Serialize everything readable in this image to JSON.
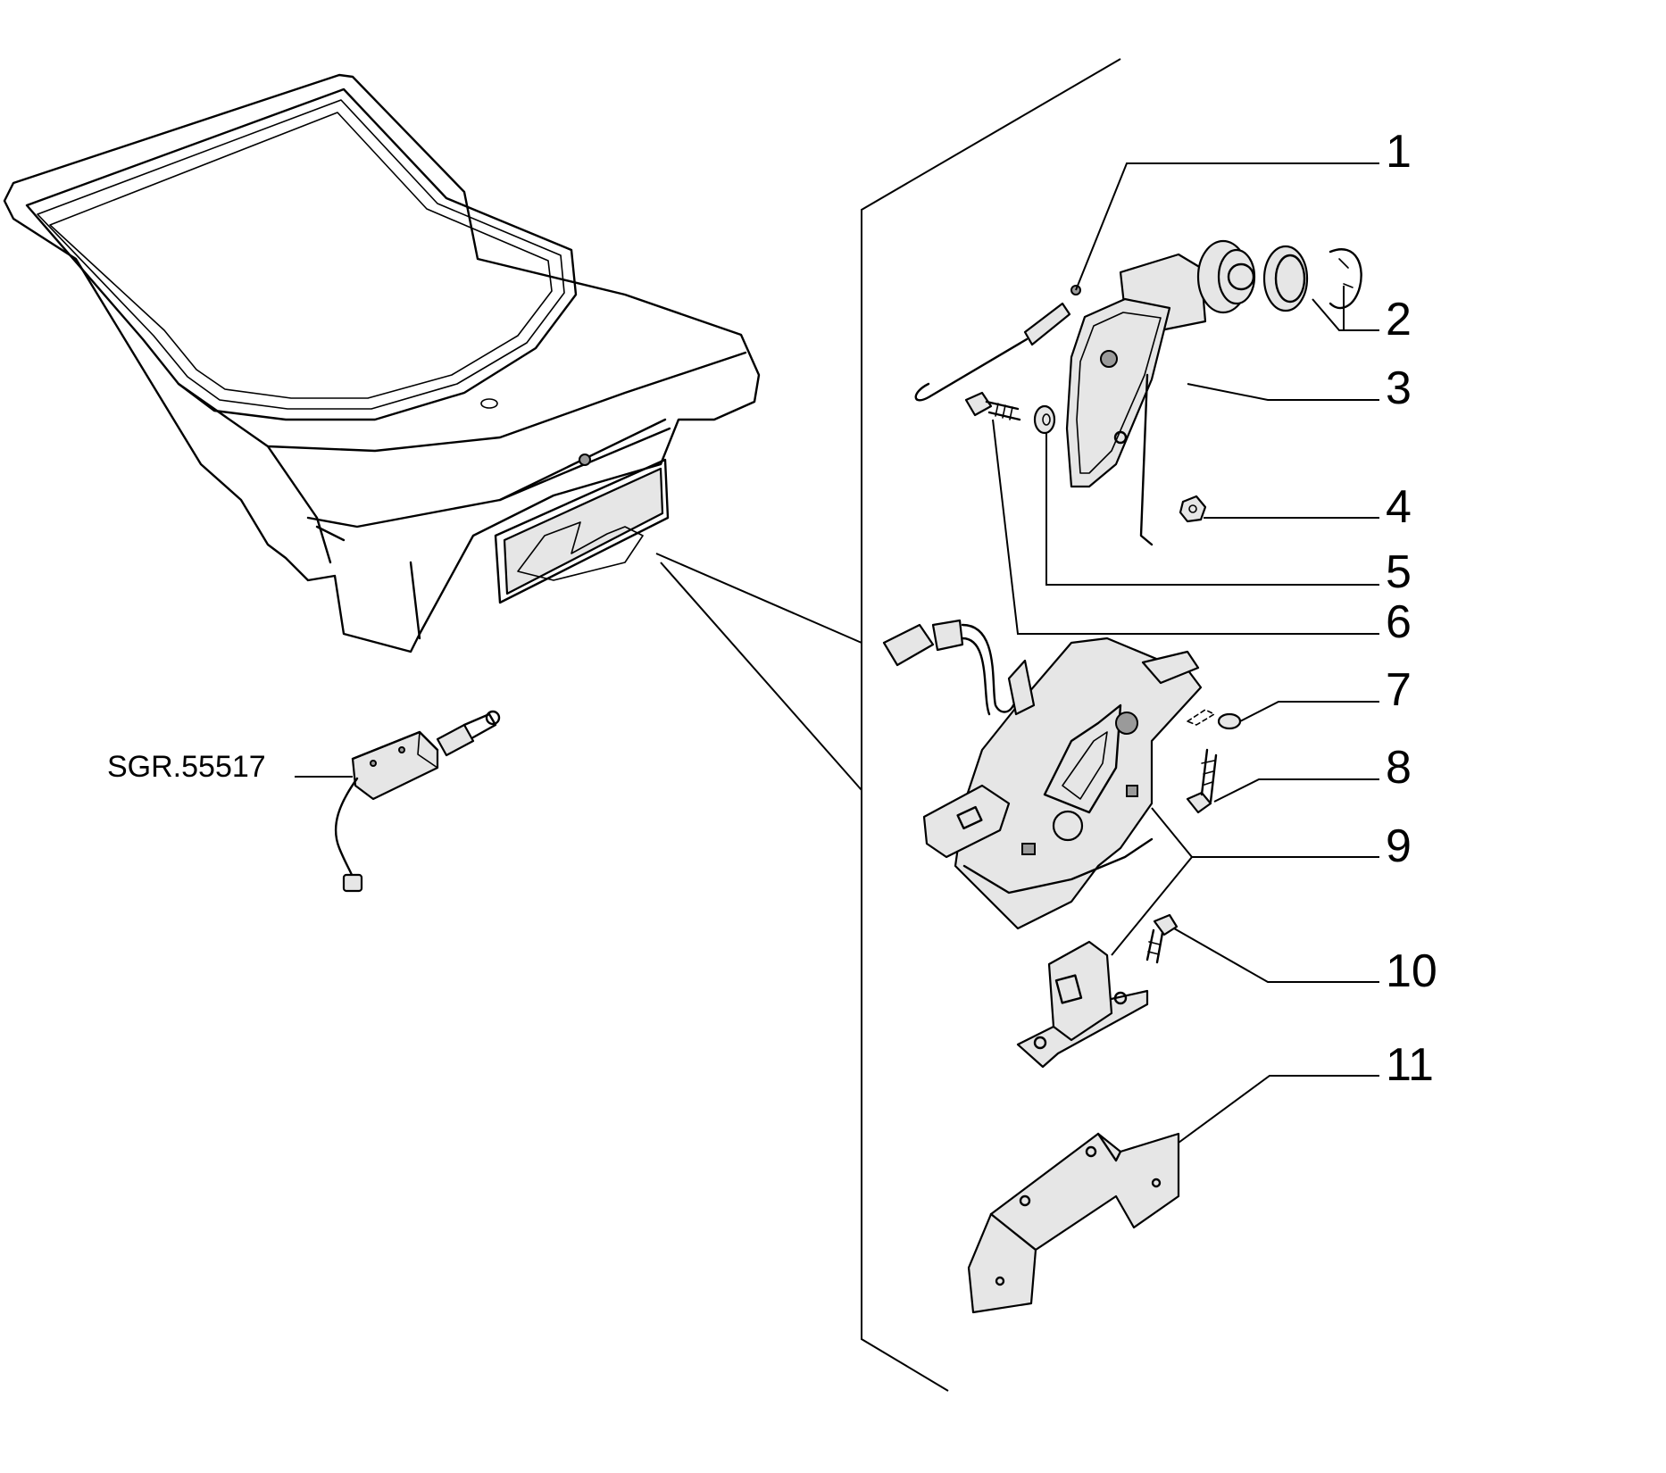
{
  "diagram": {
    "reference_code": "SGR.55517",
    "callouts": [
      {
        "id": 1,
        "label": "1"
      },
      {
        "id": 2,
        "label": "2"
      },
      {
        "id": 3,
        "label": "3"
      },
      {
        "id": 4,
        "label": "4"
      },
      {
        "id": 5,
        "label": "5"
      },
      {
        "id": 6,
        "label": "6"
      },
      {
        "id": 7,
        "label": "7"
      },
      {
        "id": 8,
        "label": "8"
      },
      {
        "id": 9,
        "label": "9"
      },
      {
        "id": 10,
        "label": "10"
      },
      {
        "id": 11,
        "label": "11"
      }
    ]
  }
}
